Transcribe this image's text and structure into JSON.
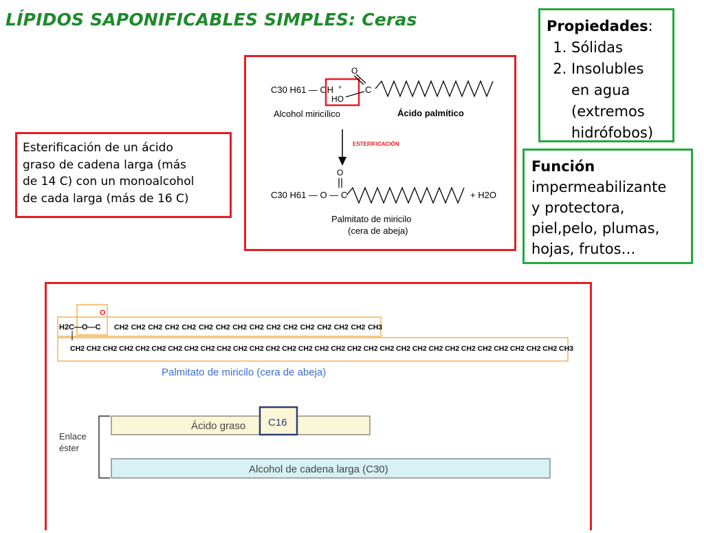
{
  "title": "LÍPIDOS SAPONIFICABLES SIMPLES: Ceras",
  "properties": {
    "heading": "Propiedades",
    "colon": ":",
    "items": [
      "Sólidas",
      "Insolubles",
      "en agua",
      "(extremos",
      "hidrófobos)"
    ]
  },
  "function": {
    "heading": "Función",
    "lines": [
      "impermeabilizante",
      "y protectora,",
      "piel,pelo, plumas,",
      "hojas, frutos…"
    ]
  },
  "esterification_note": {
    "lines": [
      "Esterificación de un ácido",
      "graso de cadena larga (más",
      "de 14 C) con un monoalcohol",
      "de cada larga (más de 16 C)"
    ]
  },
  "reaction": {
    "alcohol_formula": "C30 H61 — OH",
    "plus": "+",
    "acid_o": "O",
    "acid_ho": "HO",
    "acid_c": "C",
    "alcohol_name": "Alcohol miricílico",
    "acid_name": "Ácido palmítico",
    "arrow_label": "ESTERIFICACIÓN",
    "product_o": "O",
    "product_formula": "C30 H61 — O — C",
    "water": "+ H2O",
    "product_name": "Palmitato de miricilo",
    "product_subname": "(cera de abeja)"
  },
  "structure": {
    "top_chain_prefix": "H2C—O—C",
    "top_chain_o": "O",
    "top_chain_unit": "CH2",
    "top_chain_end": "CH3",
    "bottom_chain_unit": "CH2",
    "bottom_chain_end": "CH3",
    "caption": "Palmitato de miricilo (cera de abeja)",
    "bond_label_1": "Enlace",
    "bond_label_2": "éster",
    "acid_bar_label": "Ácido graso",
    "acid_tag": "C16",
    "alcohol_bar_label": "Alcohol de cadena larga (C30)"
  }
}
